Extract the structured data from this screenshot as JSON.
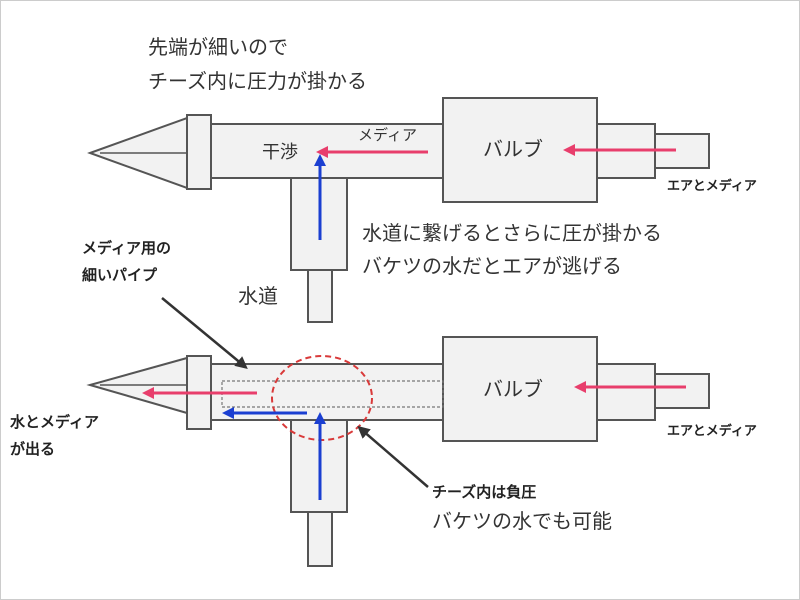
{
  "colors": {
    "outline": "#555555",
    "fill": "#f2f2f2",
    "text": "#333333",
    "pink_arrow": "#e83e6c",
    "blue_arrow": "#1b3fd1",
    "highlight_circle": "#d93a3a",
    "border": "#cccccc"
  },
  "top": {
    "caption_line1": "先端が細いので",
    "caption_line2": "チーズ内に圧力が掛かる",
    "interference_label": "干渉",
    "media_label": "メディア",
    "valve_label": "バルブ",
    "air_media_label": "エアとメディア",
    "note_line1": "水道に繋げるとさらに圧が掛かる",
    "note_line2": "バケツの水だとエアが逃げる",
    "water_label": "水道"
  },
  "bottom": {
    "pipe_callout_line1": "メディア用の",
    "pipe_callout_line2": "細いパイプ",
    "valve_label": "バルブ",
    "air_media_label": "エアとメディア",
    "output_line1": "水とメディア",
    "output_line2": "が出る",
    "negative_pressure": "チーズ内は負圧",
    "bucket_ok": "バケツの水でも可能"
  }
}
